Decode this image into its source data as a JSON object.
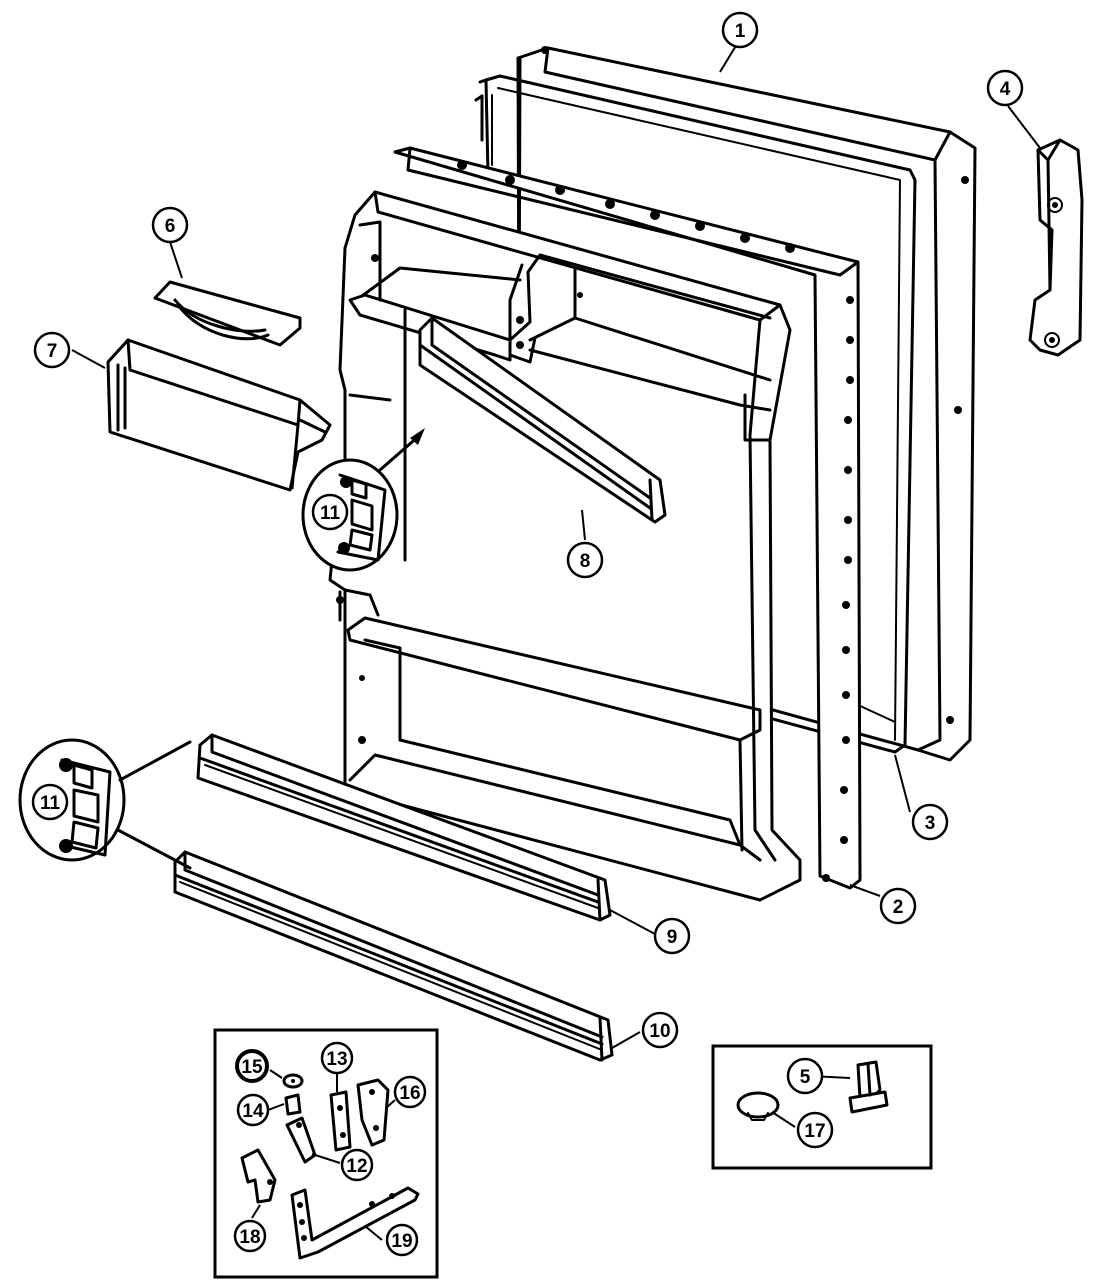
{
  "callouts": {
    "c1": "1",
    "c2": "2",
    "c3": "3",
    "c4": "4",
    "c5": "5",
    "c6": "6",
    "c7": "7",
    "c8": "8",
    "c9": "9",
    "c10": "10",
    "c11a": "11",
    "c11b": "11",
    "c12": "12",
    "c13": "13",
    "c14": "14",
    "c15": "15",
    "c16": "16",
    "c17": "17",
    "c18": "18",
    "c19": "19"
  },
  "colors": {
    "line": "#000000",
    "background": "#ffffff"
  }
}
